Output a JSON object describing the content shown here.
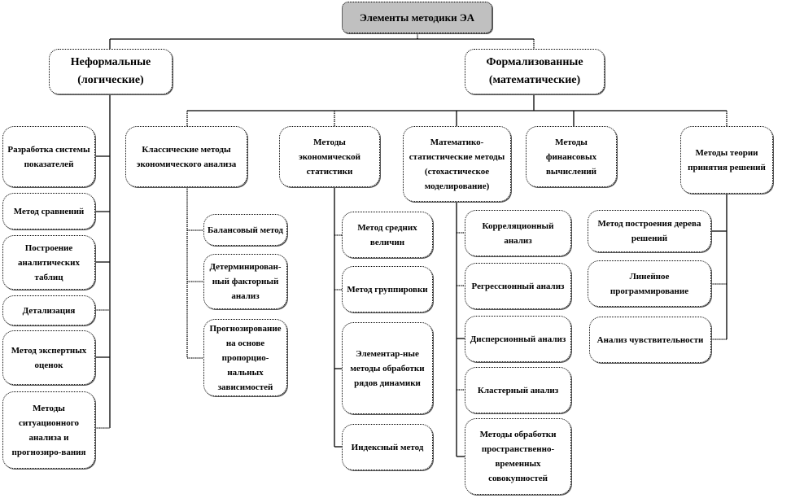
{
  "root": {
    "label": "Элементы методики ЭА",
    "fill": "#c0c0c0"
  },
  "groups": [
    {
      "id": "informal",
      "label": "Неформальные (логические)",
      "children": [
        "Разработка системы показателей",
        "Метод сравнений",
        "Построение аналитических таблиц",
        "Детализация",
        "Метод экспертных оценок",
        "Методы ситуационного анализа и прогнозиро-вания"
      ]
    },
    {
      "id": "formal",
      "label": "Формализованные (математические)",
      "categories": [
        {
          "label": "Классические методы экономического анализа",
          "children": [
            "Балансовый метод",
            "Детерминирован-ный факторный анализ",
            "Прогнозирование на основе пропорцио-нальных зависимостей"
          ]
        },
        {
          "label": "Методы экономической статистики",
          "children": [
            "Метод средних величин",
            "Метод группировки",
            "Элементар-ные методы обработки рядов динамики",
            "Индексный метод"
          ]
        },
        {
          "label": "Математико-статистические методы (стохастическое моделирование)",
          "children": [
            "Корреляционный анализ",
            "Регрессионный анализ",
            "Дисперсионный анализ",
            "Кластерный анализ",
            "Методы обработки пространственно-временных совокупностей"
          ]
        },
        {
          "label": "Методы финансовых вычислений",
          "children": []
        },
        {
          "label": "Методы теории принятия решений",
          "children": [
            "Метод построения дерева решений",
            "Линейное программирование",
            "Анализ чувствительности"
          ]
        }
      ]
    }
  ]
}
